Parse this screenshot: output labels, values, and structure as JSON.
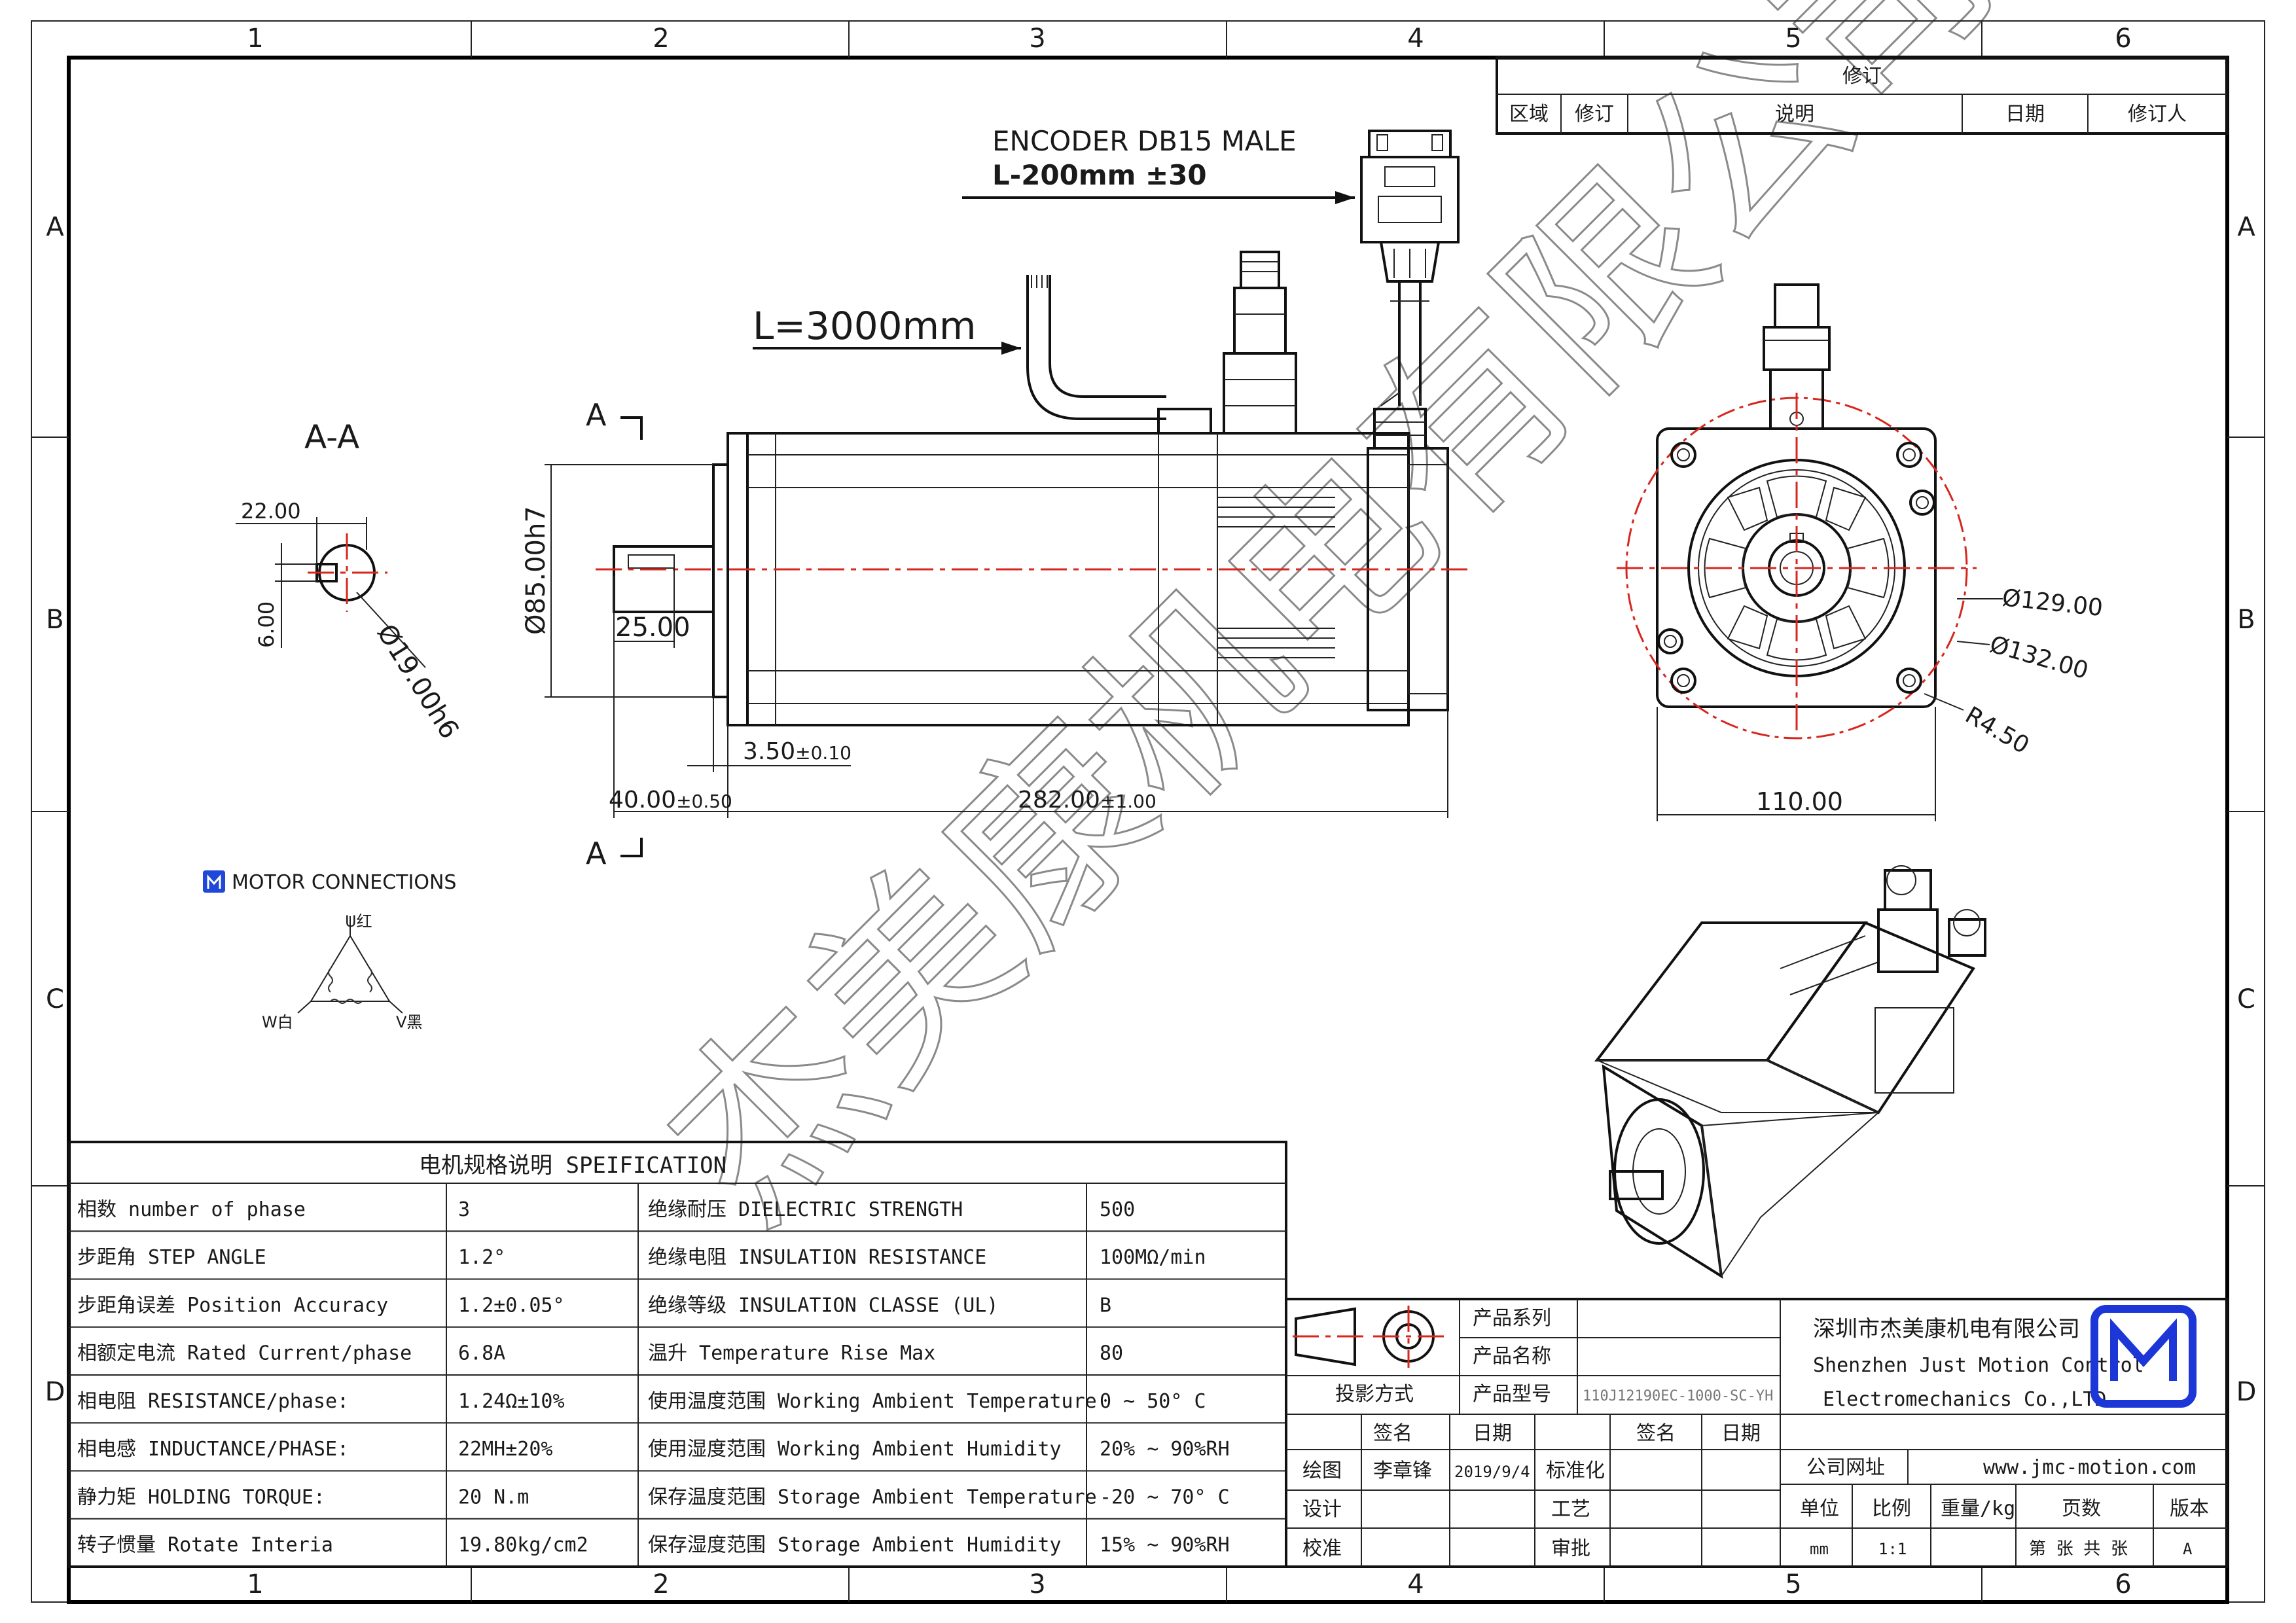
{
  "frame": {
    "col_numbers": [
      "1",
      "2",
      "3",
      "4",
      "5",
      "6"
    ],
    "row_letters": [
      "A",
      "B",
      "C",
      "D"
    ]
  },
  "revision": {
    "title": "修订",
    "headers": [
      "区域",
      "修订",
      "说明",
      "日期",
      "修订人"
    ]
  },
  "views": {
    "encoder_label": "ENCODER DB15 MALE",
    "encoder_length": "L-200mm ±30",
    "cable_length": "L=3000mm",
    "section_title": "A-A",
    "section_marker_top": "A",
    "section_marker_bottom": "A",
    "dims": {
      "section_width": "22.00",
      "section_key": "6.00",
      "section_dia": "Ø19.00h6",
      "flange_dia": "Ø85.00h7",
      "key_len": "25.00",
      "flange_thk": "3.50",
      "flange_thk_tol": "±0.10",
      "shaft_len": "40.00",
      "shaft_len_tol": "±0.50",
      "body_len": "282.00",
      "body_len_tol": "±1.00",
      "pcd_1": "Ø129.00",
      "pcd_2": "Ø132.00",
      "corner_r": "R4.50",
      "square": "110.00"
    }
  },
  "connections": {
    "title": "MOTOR CONNECTIONS",
    "u": "U红",
    "v": "V黑",
    "w": "W白"
  },
  "watermark": "杰美康机电有限公司",
  "spec_table": {
    "title": "电机规格说明 SPEIFICATION",
    "rows": [
      [
        "相数 number of phase",
        "3",
        "绝缘耐压 DIELECTRIC STRENGTH",
        "500"
      ],
      [
        "步距角 STEP ANGLE",
        "1.2°",
        "绝缘电阻 INSULATION RESISTANCE",
        "100MΩ/min"
      ],
      [
        "步距角误差 Position Accuracy",
        "1.2±0.05°",
        "绝缘等级 INSULATION CLASSE (UL)",
        "B"
      ],
      [
        "相额定电流 Rated Current/phase",
        "6.8A",
        "温升 Temperature Rise Max",
        "80"
      ],
      [
        "相电阻 RESISTANCE/phase:",
        "1.24Ω±10%",
        "使用温度范围 Working Ambient Temperature",
        "0 ~ 50° C"
      ],
      [
        "相电感 INDUCTANCE/PHASE:",
        "22MH±20%",
        "使用湿度范围 Working Ambient Humidity",
        "20% ~ 90%RH"
      ],
      [
        "静力矩 HOLDING TORQUE:",
        "20 N.m",
        "保存温度范围 Storage Ambient Temperature",
        "-20 ~ 70° C"
      ],
      [
        "转子惯量 Rotate Interia",
        "19.80kg/cm2",
        "保存湿度范围 Storage Ambient Humidity",
        "15% ~ 90%RH"
      ]
    ]
  },
  "title_block": {
    "projection": "投影方式",
    "product_series": "产品系列",
    "product_name": "产品名称",
    "product_model": "产品型号",
    "model_value": "110J12190EC-1000-SC-YH",
    "sign": "签名",
    "date": "日期",
    "sign2": "签名",
    "date2": "日期",
    "draw": "绘图",
    "drawer": "李章锋",
    "draw_date": "2019/9/4",
    "standard": "标准化",
    "design": "设计",
    "process": "工艺",
    "check": "校准",
    "approve": "审批",
    "company_cn": "深圳市杰美康机电有限公司",
    "company_en1": "Shenzhen Just Motion Control",
    "company_en2": "Electromechanics Co.,LTD",
    "website_label": "公司网址",
    "website": "www.jmc-motion.com",
    "unit": "单位",
    "scale": "比例",
    "weight": "重量/kg",
    "pages": "页数",
    "version": "版本",
    "unit_value": "mm",
    "scale_value": "1:1",
    "pages_value": "第 张 共 张",
    "version_value": "A"
  }
}
